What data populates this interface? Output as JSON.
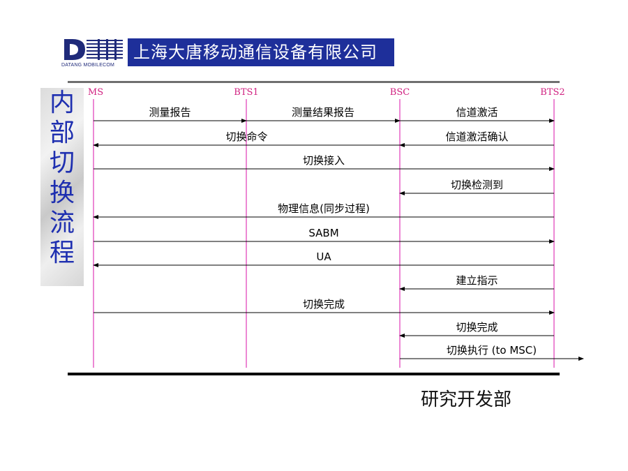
{
  "header": {
    "logo_icon": "datang-logo-icon",
    "logo_text": "DATANG MOBILECOM",
    "company_name": "上海大唐移动通信设备有限公司"
  },
  "side_title": [
    "内",
    "部",
    "切",
    "换",
    "流",
    "程"
  ],
  "diagram": {
    "entities": [
      "MS",
      "BTS1",
      "BSC",
      "BTS2"
    ],
    "messages": [
      {
        "text": "测量报告",
        "from": "MS",
        "to": "BTS1"
      },
      {
        "text": "测量结果报告",
        "from": "BTS1",
        "to": "BSC"
      },
      {
        "text": "信道激活",
        "from": "BSC",
        "to": "BTS2"
      },
      {
        "text": "信道激活确认",
        "from": "BTS2",
        "to": "BSC"
      },
      {
        "text": "切换命令",
        "from": "BSC",
        "to": "MS"
      },
      {
        "text": "切换接入",
        "from": "MS",
        "to": "BTS2"
      },
      {
        "text": "切换检测到",
        "from": "BTS2",
        "to": "BSC"
      },
      {
        "text": "物理信息(同步过程)",
        "from": "BTS2",
        "to": "MS"
      },
      {
        "text": "SABM",
        "from": "MS",
        "to": "BTS2"
      },
      {
        "text": "UA",
        "from": "BTS2",
        "to": "MS"
      },
      {
        "text": "建立指示",
        "from": "BTS2",
        "to": "BSC"
      },
      {
        "text": "切换完成",
        "from": "MS",
        "to": "BTS2"
      },
      {
        "text": "切换完成",
        "from": "BTS2",
        "to": "BSC"
      },
      {
        "text": "切换执行 (to MSC)",
        "from": "BSC",
        "to": "MSC"
      }
    ],
    "colors": {
      "lifeline": "#e03ab8",
      "entity": "#d02080",
      "arrow": "#000000"
    }
  },
  "footer": {
    "department": "研究开发部"
  }
}
